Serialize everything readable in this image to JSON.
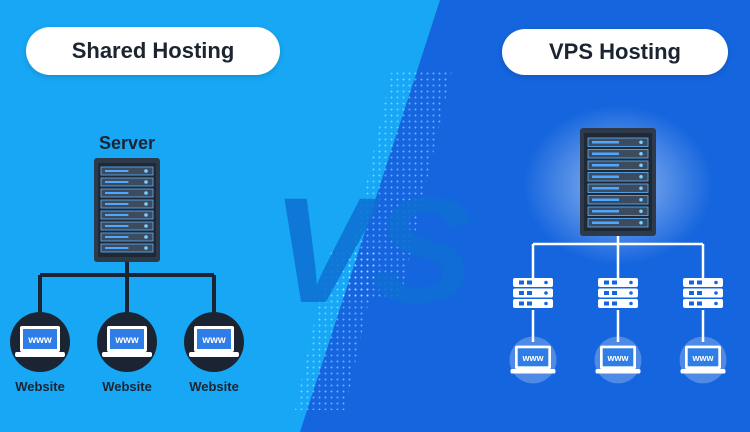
{
  "left_panel": {
    "title": "Shared Hosting",
    "server_label": "Server",
    "website_label": "Website",
    "laptop_screen_text": "www"
  },
  "right_panel": {
    "title": "VPS Hosting",
    "laptop_screen_text": "www"
  },
  "center": {
    "versus_text": "VS"
  },
  "colors": {
    "left_bg": "#17a7f5",
    "right_bg": "#1565de",
    "server_body": "#2e3a4a",
    "screen_blue": "#2f7ee8",
    "connector_dark": "#1a2433"
  }
}
